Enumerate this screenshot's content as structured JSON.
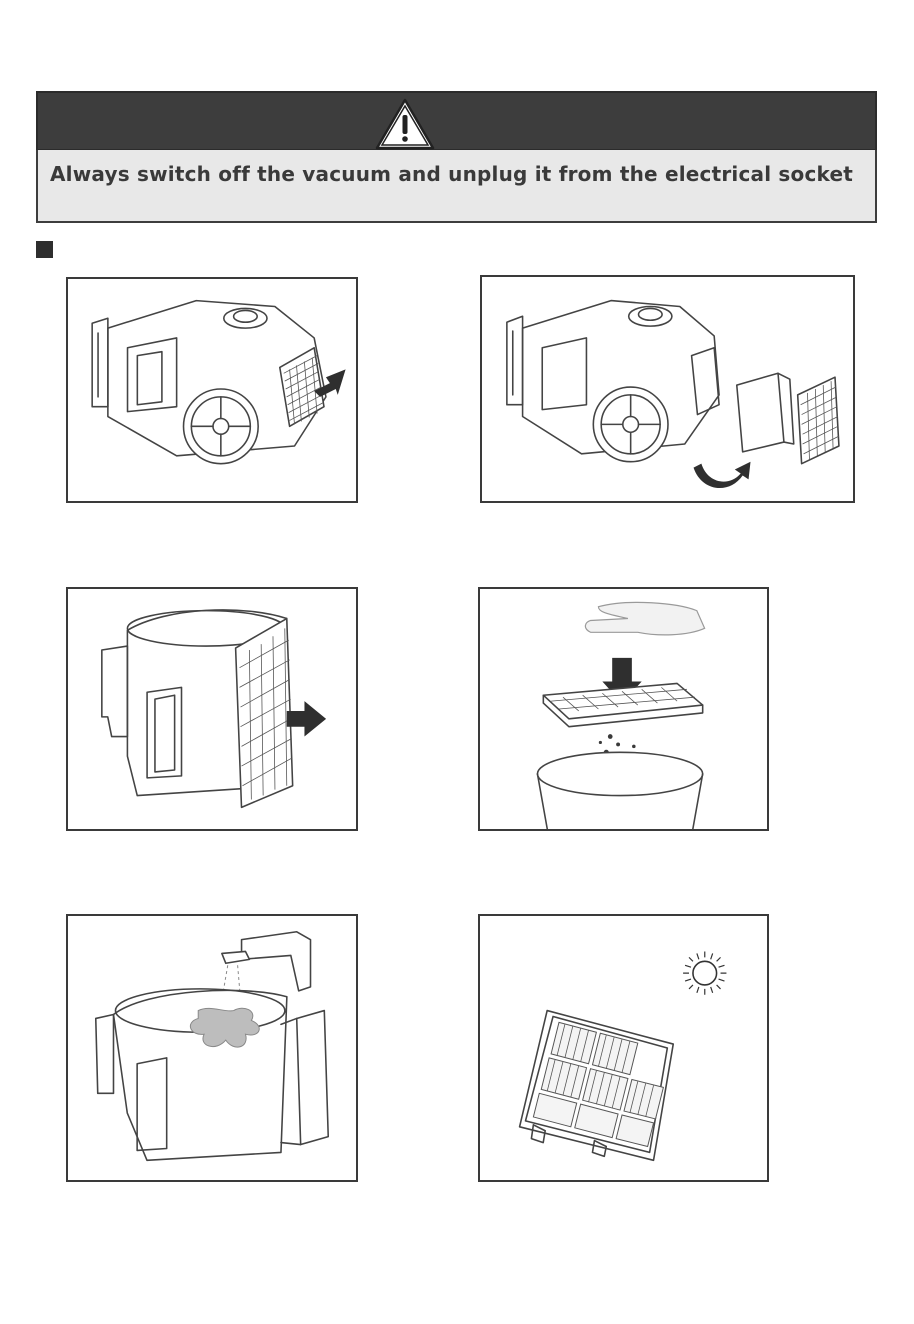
{
  "warning": {
    "message": "Always switch off the vacuum and unplug it from the electrical socket"
  },
  "figures": [
    {
      "name": "vacuum-grille-press"
    },
    {
      "name": "vacuum-filter-removed"
    },
    {
      "name": "dust-container-filter-removal"
    },
    {
      "name": "tap-filter-over-bin"
    },
    {
      "name": "rinse-container-under-tap"
    },
    {
      "name": "dry-filter-in-sun"
    }
  ]
}
